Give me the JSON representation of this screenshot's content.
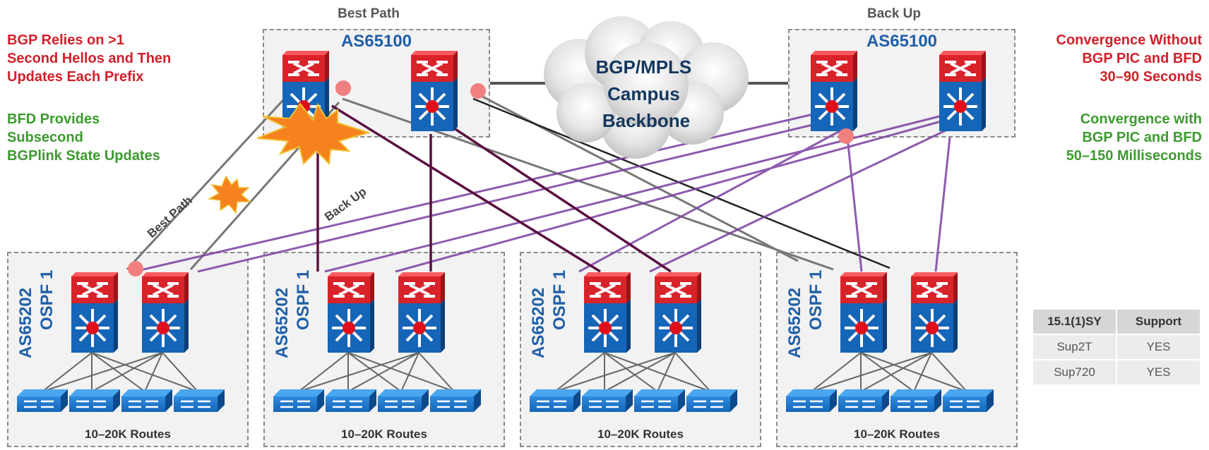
{
  "notes": {
    "bgp_relies": "BGP Relies on >1\nSecond Hellos and Then\nUpdates Each Prefix",
    "bfd_provides": "BFD Provides\nSubsecond\nBGPlink State Updates",
    "conv_without": "Convergence Without\nBGP PIC and BFD\n30–90 Seconds",
    "conv_with": "Convergence with\nBGP PIC and BFD\n50–150 Milliseconds"
  },
  "top": {
    "best_path_title": "Best Path",
    "backup_title": "Back Up",
    "left_as": "AS65100",
    "right_as": "AS65100",
    "cloud": "BGP/MPLS\nCampus\nBackbone"
  },
  "paths": {
    "best_path": "Best Path",
    "back_up": "Back Up"
  },
  "sites": [
    {
      "as": "AS65202",
      "ospf": "OSPF 1",
      "routes": "10–20K Routes"
    },
    {
      "as": "AS65202",
      "ospf": "OSPF 1",
      "routes": "10–20K Routes"
    },
    {
      "as": "AS65202",
      "ospf": "OSPF 1",
      "routes": "10–20K Routes"
    },
    {
      "as": "AS65202",
      "ospf": "OSPF 1",
      "routes": "10–20K Routes"
    }
  ],
  "support_table": {
    "headers": [
      "15.1(1)SY",
      "Support"
    ],
    "rows": [
      [
        "Sup2T",
        "YES"
      ],
      [
        "Sup720",
        "YES"
      ]
    ]
  },
  "colors": {
    "router_red": "#d8232a",
    "router_blue": "#1565b8",
    "link_purple": "#7b3fa0",
    "link_dark": "#5a1040"
  }
}
